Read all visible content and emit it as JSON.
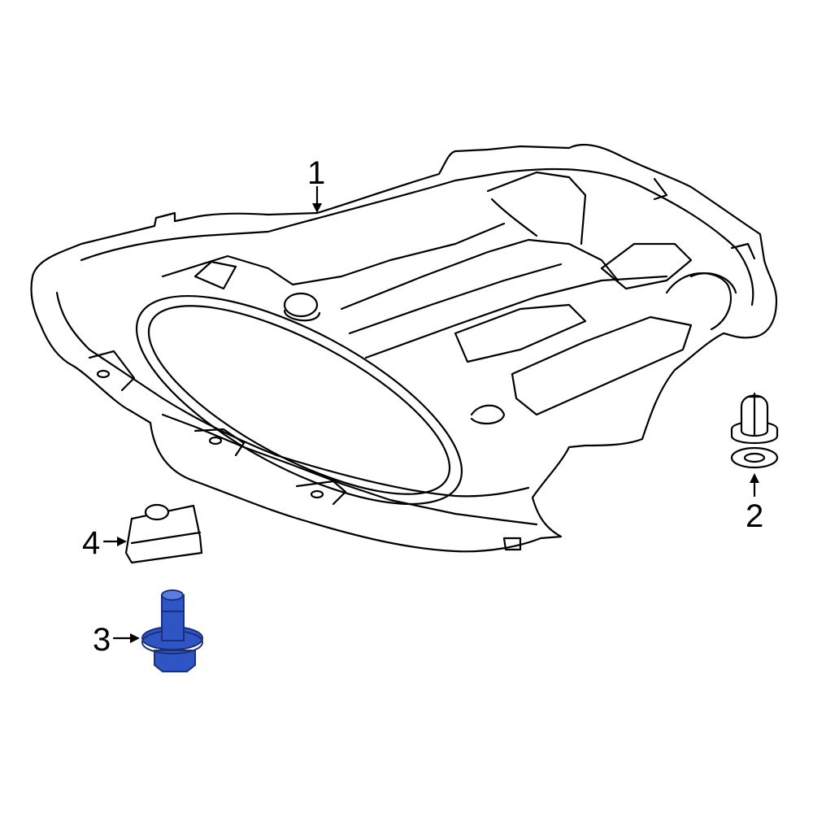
{
  "callouts": [
    {
      "id": "1",
      "label": "1"
    },
    {
      "id": "2",
      "label": "2"
    },
    {
      "id": "3",
      "label": "3"
    },
    {
      "id": "4",
      "label": "4"
    }
  ],
  "colors": {
    "line": "#000000",
    "background": "#ffffff",
    "highlight": "#2f55c4",
    "highlight_dark": "#1b2f7a"
  }
}
